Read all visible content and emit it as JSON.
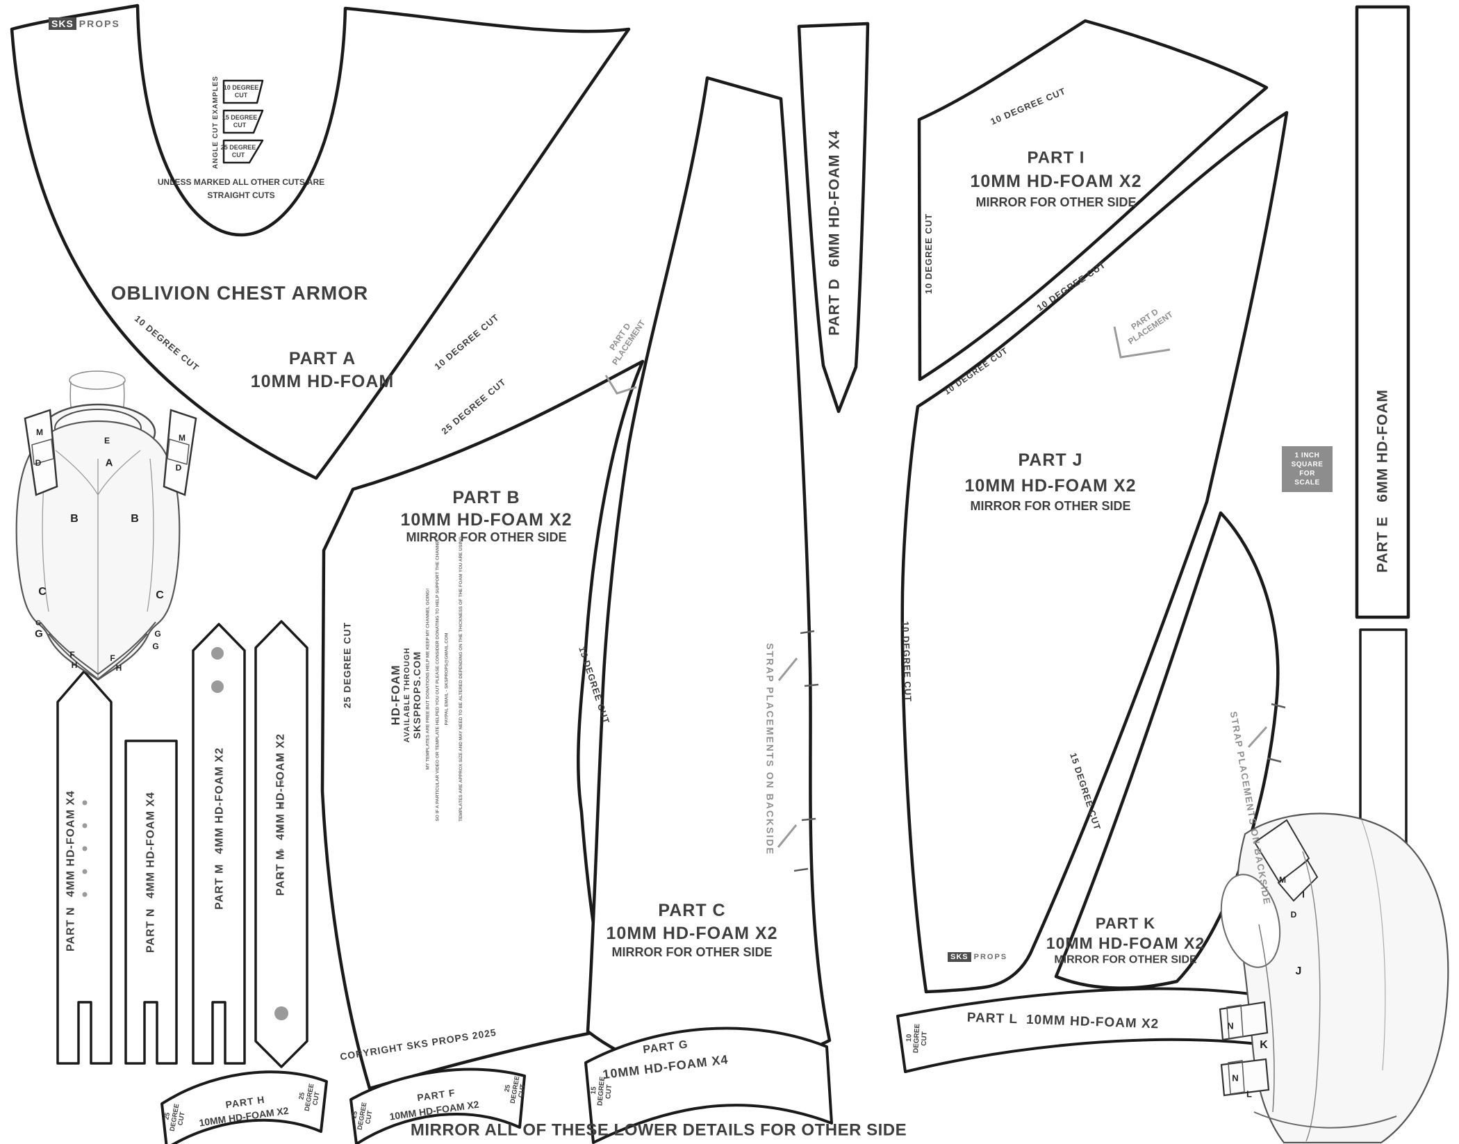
{
  "meta": {
    "colors": {
      "outline": "#1a1a1a",
      "text": "#3e3e3e",
      "annotation_gray": "#8f8f8f",
      "scale_square": "#8d8d8d"
    }
  },
  "brand": {
    "sks": "SKS",
    "props": "PROPS"
  },
  "header": {
    "title": "OBLIVION CHEST ARMOR"
  },
  "angle_examples": {
    "heading": "ANGLE CUT EXAMPLES",
    "items": [
      {
        "l1": "10 DEGREE",
        "l2": "CUT"
      },
      {
        "l1": "15 DEGREE",
        "l2": "CUT"
      },
      {
        "l1": "25 DEGREE",
        "l2": "CUT"
      }
    ],
    "note1": "UNLESS MARKED ALL OTHER CUTS ARE",
    "note2": "STRAIGHT CUTS"
  },
  "parts": {
    "a": {
      "name": "PART A",
      "spec": "10MM HD-FOAM"
    },
    "b": {
      "name": "PART B",
      "spec": "10MM HD-FOAM X2",
      "mirror": "MIRROR FOR OTHER SIDE"
    },
    "c": {
      "name": "PART C",
      "spec": "10MM HD-FOAM X2",
      "mirror": "MIRROR FOR OTHER SIDE"
    },
    "d": {
      "name": "PART D",
      "spec": "6MM HD-FOAM X4"
    },
    "e": {
      "name": "PART E",
      "spec": "6MM HD-FOAM"
    },
    "f": {
      "name": "PART F",
      "spec": "10MM HD-FOAM X2"
    },
    "g": {
      "name": "PART G",
      "spec": "10MM HD-FOAM X4"
    },
    "h": {
      "name": "PART H",
      "spec": "10MM HD-FOAM X2"
    },
    "i": {
      "name": "PART I",
      "spec": "10MM HD-FOAM X2",
      "mirror": "MIRROR FOR OTHER SIDE"
    },
    "j": {
      "name": "PART J",
      "spec": "10MM HD-FOAM X2",
      "mirror": "MIRROR FOR OTHER SIDE"
    },
    "k": {
      "name": "PART K",
      "spec": "10MM HD-FOAM X2",
      "mirror": "MIRROR FOR OTHER SIDE"
    },
    "l": {
      "name": "PART L",
      "spec": "10MM HD-FOAM X2"
    },
    "m_strip": {
      "name": "PART M",
      "spec": "4MM HD-FOAM X2"
    },
    "n_strip": {
      "name": "PART N",
      "spec": "4MM HD-FOAM X4"
    }
  },
  "cuts": {
    "deg10": "10 DEGREE CUT",
    "deg15": "15 DEGREE CUT",
    "deg25": "25 DEGREE CUT",
    "w10": "10",
    "w15": "15",
    "w25": "25",
    "wdeg": "DEGREE",
    "wcut": "CUT"
  },
  "notes": {
    "strap": "STRAP PLACEMENTS ON BACKSIDE",
    "part_d_placement_l1": "PART D",
    "part_d_placement_l2": "PLACEMENT",
    "copyright": "COPYRIGHT SKS PROPS 2025",
    "bottom": "MIRROR ALL OF THESE LOWER DETAILS FOR OTHER SIDE"
  },
  "promo": {
    "l1": "HD-FOAM",
    "l2": "AVAILABLE THROUGH",
    "l3": "SKSPROPS.COM",
    "fine1": "MY TEMPLATES ARE FREE BUT DONATIONS HELP ME KEEP MY CHANNEL GOING!",
    "fine2": "SO IF A PARTICULAR VIDEO OR TEMPLATE HELPED YOU OUT PLEASE CONSIDER DONATING TO HELP SUPPORT THE CHANNEL.",
    "fine3": "PAYPAL EMAIL - SKSPROPS@GMAIL.COM",
    "fine4": "TEMPLATES ARE APPROX SIZE AND MAY NEED TO BE ALTERED DEPENDING ON THE THICKNESS OF THE FOAM YOU ARE USING"
  },
  "scale_box": {
    "l1": "1 INCH",
    "l2": "SQUARE",
    "l3": "FOR",
    "l4": "SCALE"
  },
  "front_view": {
    "labels": [
      "M",
      "E",
      "A",
      "D",
      "M",
      "D",
      "B",
      "B",
      "C",
      "C",
      "G",
      "G",
      "G",
      "G",
      "F",
      "F",
      "H",
      "H"
    ]
  },
  "back_view": {
    "labels": [
      "M",
      "I",
      "D",
      "J",
      "N",
      "K",
      "N",
      "L"
    ]
  }
}
